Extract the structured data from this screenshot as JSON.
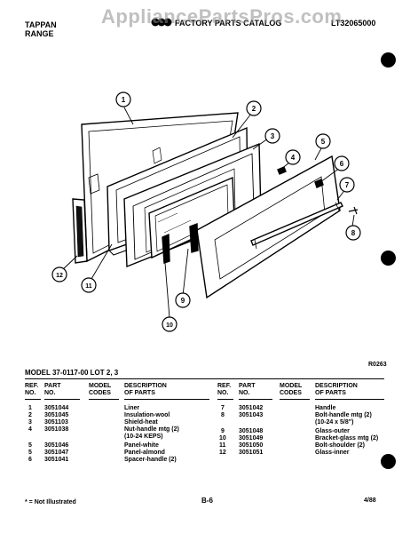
{
  "header": {
    "brand_line1": "TAPPAN",
    "brand_line2": "RANGE",
    "catalog_title": "FACTORY PARTS CATALOG",
    "catalog_code": "LT32065000",
    "watermark": "AppliancePartsPros.com"
  },
  "diagram": {
    "callouts": [
      "1",
      "2",
      "3",
      "4",
      "5",
      "6",
      "7",
      "8",
      "9",
      "10",
      "11",
      "12"
    ],
    "ref_code": "R0263"
  },
  "model_line": "MODEL 37-0117-00 LOT 2, 3",
  "table": {
    "headers": {
      "ref": [
        "REF.",
        "NO."
      ],
      "part": [
        "PART",
        "NO."
      ],
      "model": [
        "MODEL",
        "CODES"
      ],
      "desc": [
        "DESCRIPTION",
        "OF PARTS"
      ]
    },
    "left_rows": [
      {
        "ref": "1",
        "part": "3051044",
        "desc": "Liner"
      },
      {
        "ref": "2",
        "part": "3051045",
        "desc": "Insulation-wool"
      },
      {
        "ref": "3",
        "part": "3051103",
        "desc": "Shield-heat"
      },
      {
        "ref": "4",
        "part": "3051038",
        "desc": "Nut-handle mtg (2)"
      },
      {
        "ref": "",
        "part": "",
        "desc": "(10-24 KEPS)"
      },
      {
        "ref": "5",
        "part": "3051046",
        "desc": "Panel-white"
      },
      {
        "ref": "5",
        "part": "3051047",
        "desc": "Panel-almond"
      },
      {
        "ref": "6",
        "part": "3051041",
        "desc": "Spacer-handle (2)"
      }
    ],
    "right_rows": [
      {
        "ref": "7",
        "part": "3051042",
        "desc": "Handle"
      },
      {
        "ref": "8",
        "part": "3051043",
        "desc": "Bolt-handle mtg (2)"
      },
      {
        "ref": "",
        "part": "",
        "desc": "(10-24 x 5/8\")"
      },
      {
        "ref": "9",
        "part": "3051048",
        "desc": "Glass-outer"
      },
      {
        "ref": "10",
        "part": "3051049",
        "desc": "Bracket-glass mtg (2)"
      },
      {
        "ref": "11",
        "part": "3051050",
        "desc": "Bolt-shoulder (2)"
      },
      {
        "ref": "12",
        "part": "3051051",
        "desc": "Glass-inner"
      }
    ]
  },
  "footer": {
    "note": "* = Not Illustrated",
    "page": "B-6",
    "date": "4/88"
  }
}
